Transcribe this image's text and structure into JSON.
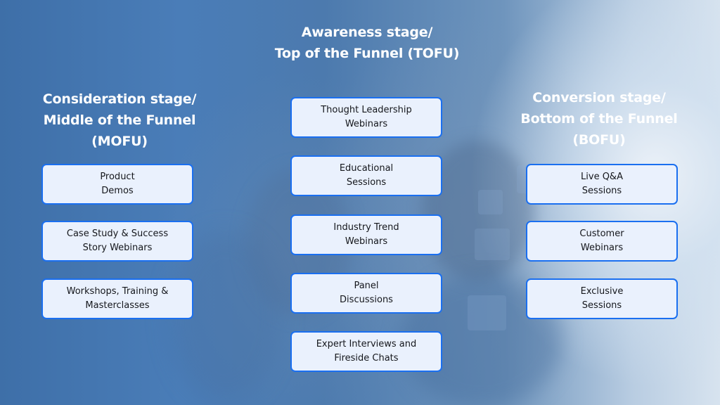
{
  "tofu": {
    "title_line1": "Awareness stage/",
    "title_line2": "Top of the Funnel (TOFU)",
    "items": [
      "Thought Leadership\nWebinars",
      "Educational\nSessions",
      "Industry Trend\nWebinars",
      "Panel\nDiscussions",
      "Expert Interviews and\nFireside Chats"
    ]
  },
  "mofu": {
    "title_line1": "Consideration stage/",
    "title_line2": "Middle of the Funnel",
    "title_line3": "(MOFU)",
    "items": [
      "Product\nDemos",
      "Case Study & Success\nStory Webinars",
      "Workshops, Training &\nMasterclasses"
    ]
  },
  "bofu": {
    "title_line1": "Conversion stage/",
    "title_line2": "Bottom of the Funnel",
    "title_line3": "(BOFU)",
    "items": [
      "Live Q&A\nSessions",
      "Customer\nWebinars",
      "Exclusive\nSessions"
    ]
  },
  "colors": {
    "box_border": "#1a6ff0",
    "box_fill": "#eaf1fd",
    "title_text": "#ffffff"
  }
}
